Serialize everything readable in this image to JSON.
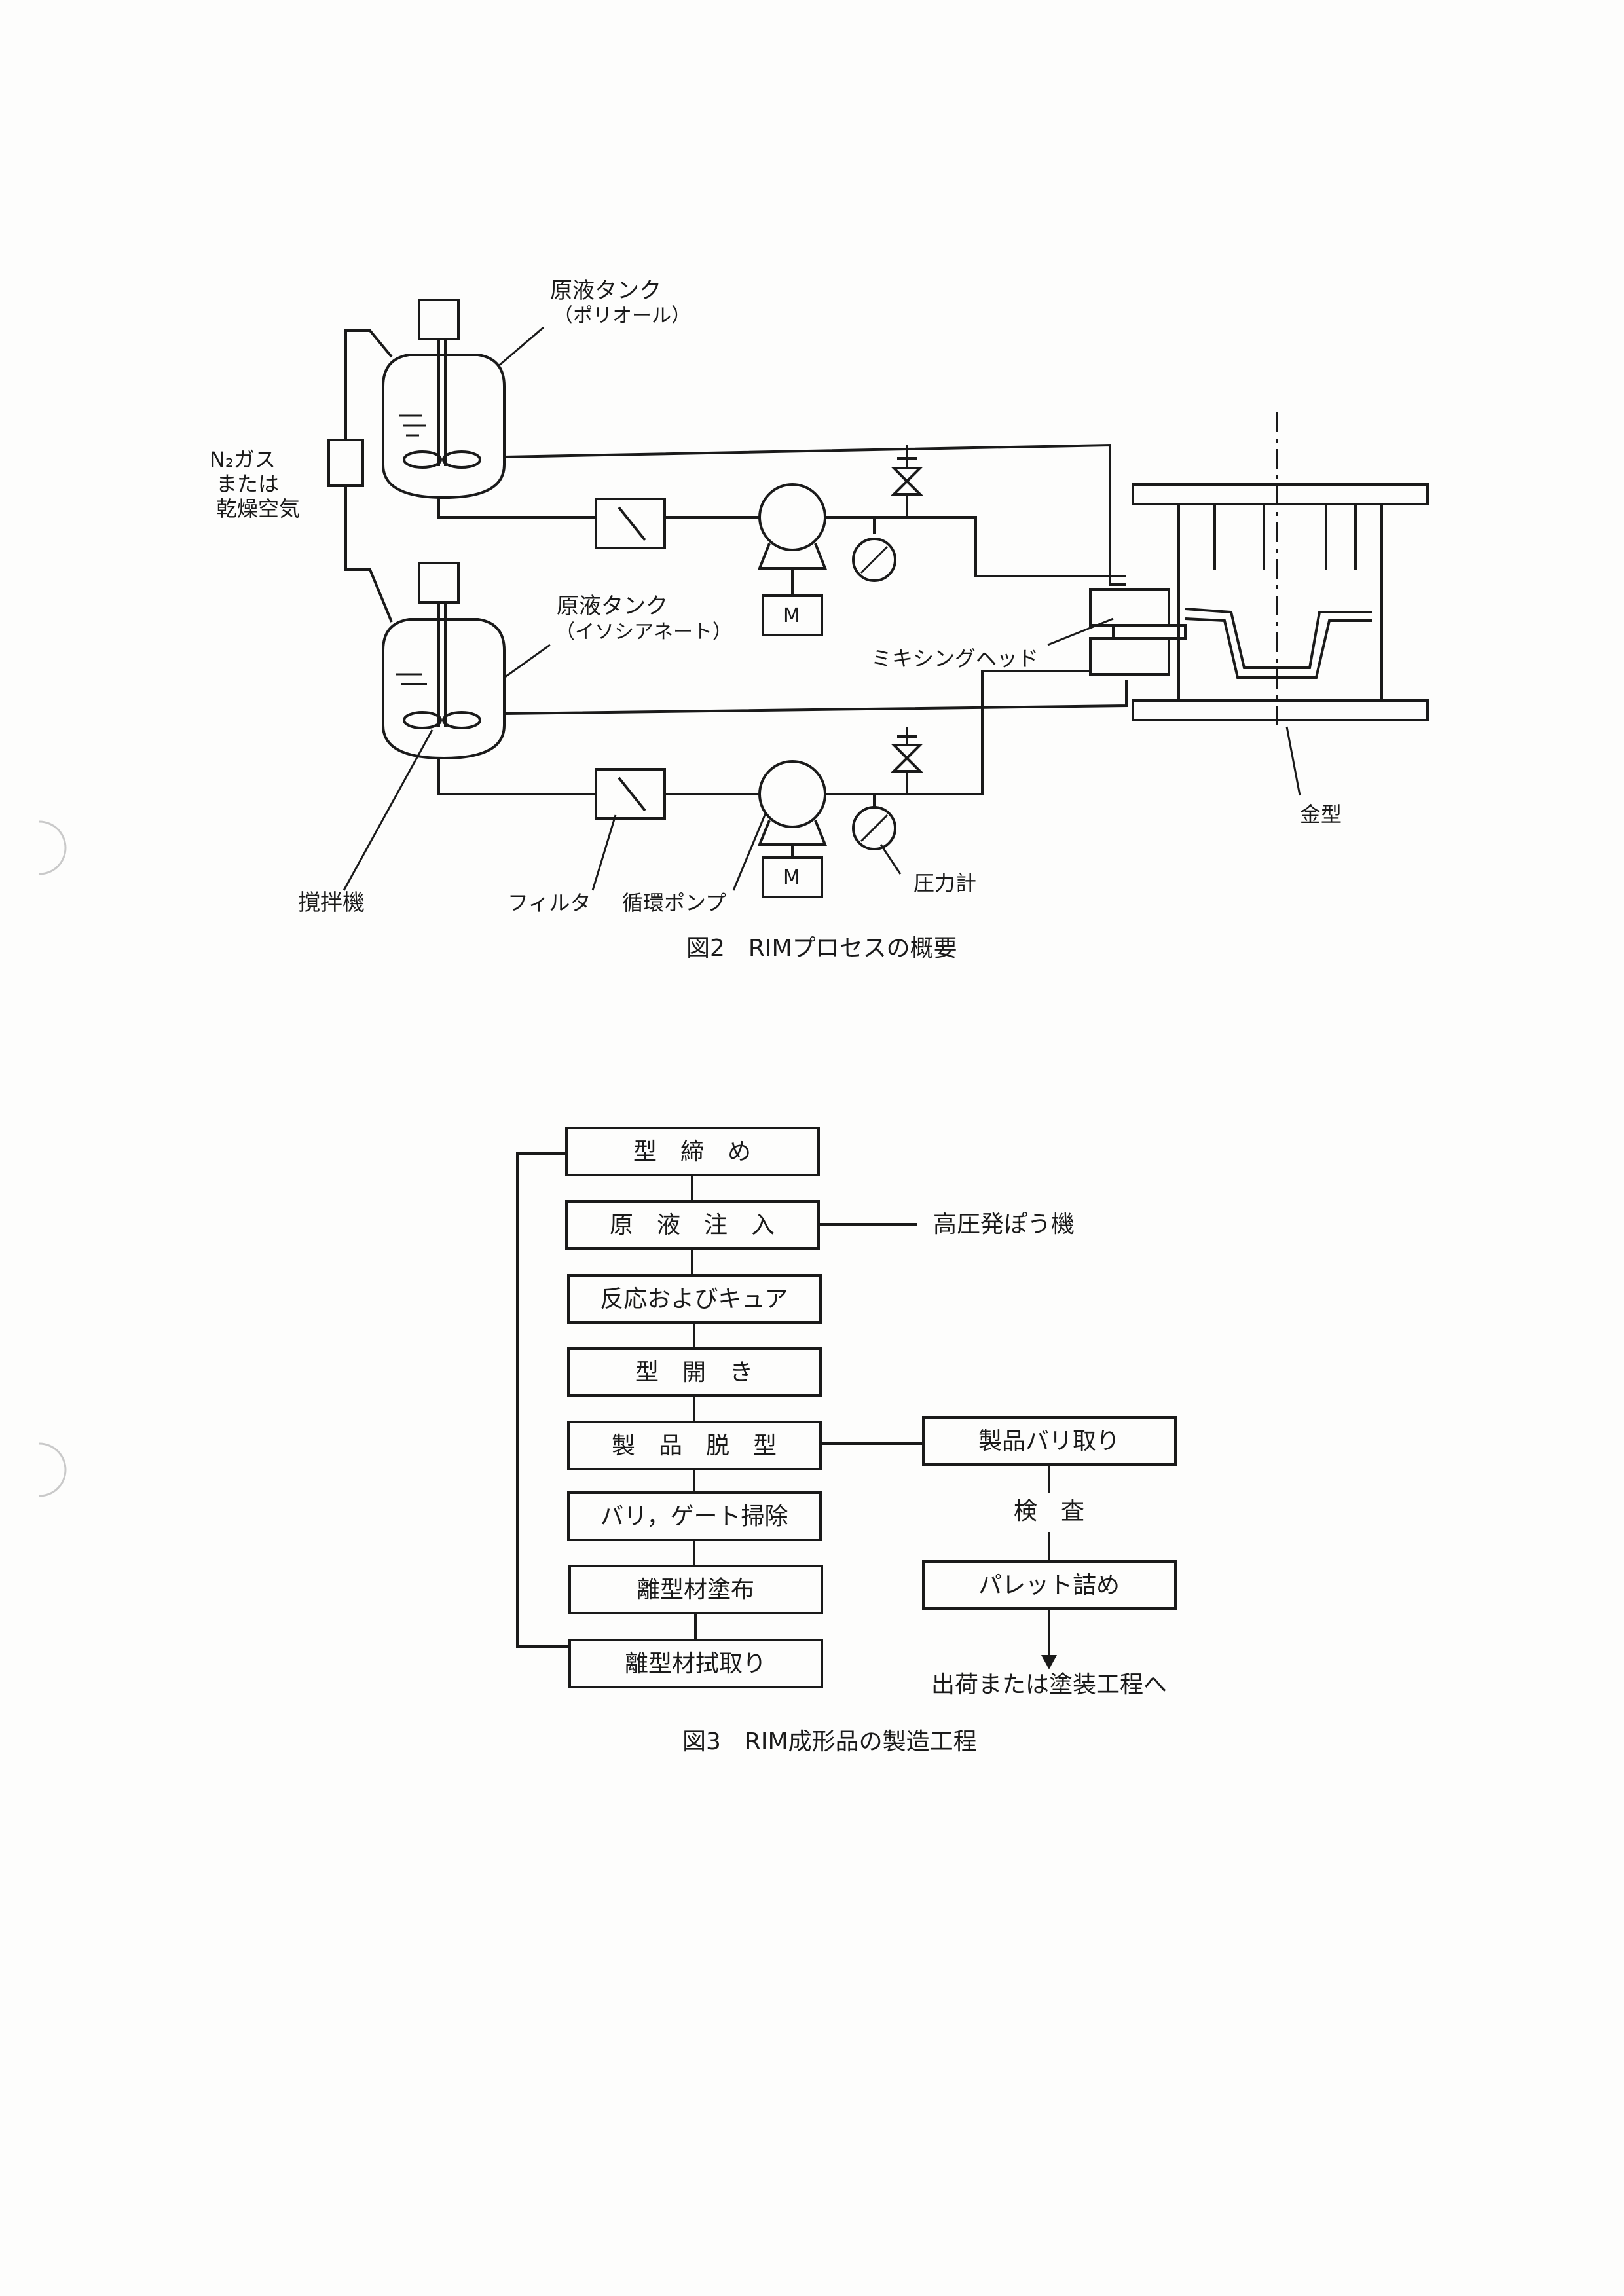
{
  "figure2": {
    "caption": "図2　RIMプロセスの概要",
    "labels": {
      "tank_top": "原液タンク",
      "tank_top_sub": "（ポリオール）",
      "tank_bottom": "原液タンク",
      "tank_bottom_sub": "（イソシアネート）",
      "gas_line1": "N₂ガス",
      "gas_line2": "または",
      "gas_line3": "乾燥空気",
      "mixing_head": "ミキシングヘッド",
      "mold": "金型",
      "agitator": "撹拌機",
      "filter": "フィルタ",
      "pump": "循環ポンプ",
      "pressure_gauge": "圧力計",
      "motor": "M"
    }
  },
  "figure3": {
    "caption": "図3　RIM成形品の製造工程",
    "main_steps": [
      "型　締　め",
      "原　液　注　入",
      "反応およびキュア",
      "型　開　き",
      "製　品　脱　型",
      "バリ，ゲート掃除",
      "離型材塗布",
      "離型材拭取り"
    ],
    "side_label": "高圧発ぽう機",
    "branch_steps": [
      "製品バリ取り",
      "検　査",
      "パレット詰め"
    ],
    "final_step": "出荷または塗装工程へ"
  }
}
